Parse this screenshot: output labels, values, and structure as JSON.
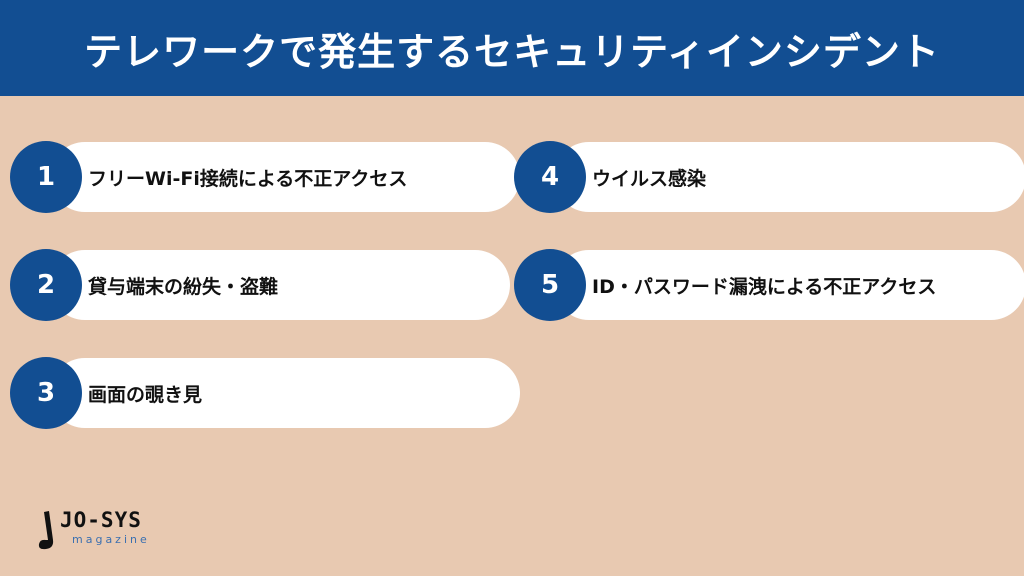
{
  "header": {
    "title": "テレワークで発生するセキュリティインシデント"
  },
  "items": [
    {
      "number": "1",
      "label": "フリーWi-Fi接続による不正アクセス"
    },
    {
      "number": "2",
      "label": "貸与端末の紛失・盗難"
    },
    {
      "number": "3",
      "label": "画面の覗き見"
    },
    {
      "number": "4",
      "label": "ウイルス感染"
    },
    {
      "number": "5",
      "label": "ID・パスワード漏洩による不正アクセス"
    }
  ],
  "logo": {
    "brand": "JO-SYS",
    "sub": "magazine"
  },
  "colors": {
    "primary": "#124e92",
    "background": "#e8c9b1",
    "card": "#ffffff"
  }
}
